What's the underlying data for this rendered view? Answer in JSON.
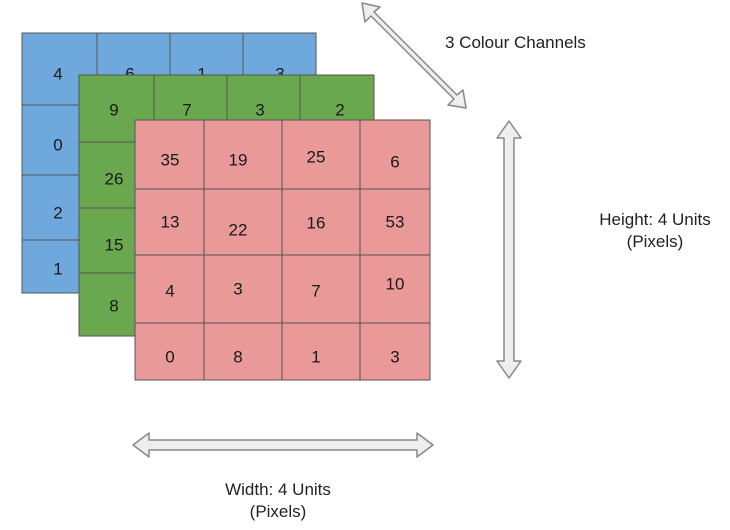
{
  "colors": {
    "blue": "#6fa8dc",
    "green": "#6aa84f",
    "red": "#ea9999",
    "grid": "#555555",
    "arrow_fill": "#eeeeee",
    "arrow_stroke": "#888888"
  },
  "layers": {
    "blue": {
      "rows": [
        [
          "4",
          "6",
          "1",
          "3"
        ],
        [
          "0",
          "",
          "",
          ""
        ],
        [
          "2",
          "",
          "",
          ""
        ],
        [
          "1",
          "",
          "",
          ""
        ]
      ]
    },
    "green": {
      "rows": [
        [
          "9",
          "7",
          "3",
          "2"
        ],
        [
          "26",
          "",
          "",
          ""
        ],
        [
          "15",
          "",
          "",
          ""
        ],
        [
          "8",
          "",
          "",
          ""
        ]
      ]
    },
    "red": {
      "rows": [
        [
          "35",
          "19",
          "25",
          "6"
        ],
        [
          "13",
          "22",
          "16",
          "53"
        ],
        [
          "4",
          "3",
          "7",
          "10"
        ],
        [
          "0",
          "8",
          "1",
          "3"
        ]
      ]
    }
  },
  "labels": {
    "channels": "3 Colour Channels",
    "height_line1": "Height: 4 Units",
    "height_line2": "(Pixels)",
    "width_line1": "Width: 4 Units",
    "width_line2": "(Pixels)"
  }
}
